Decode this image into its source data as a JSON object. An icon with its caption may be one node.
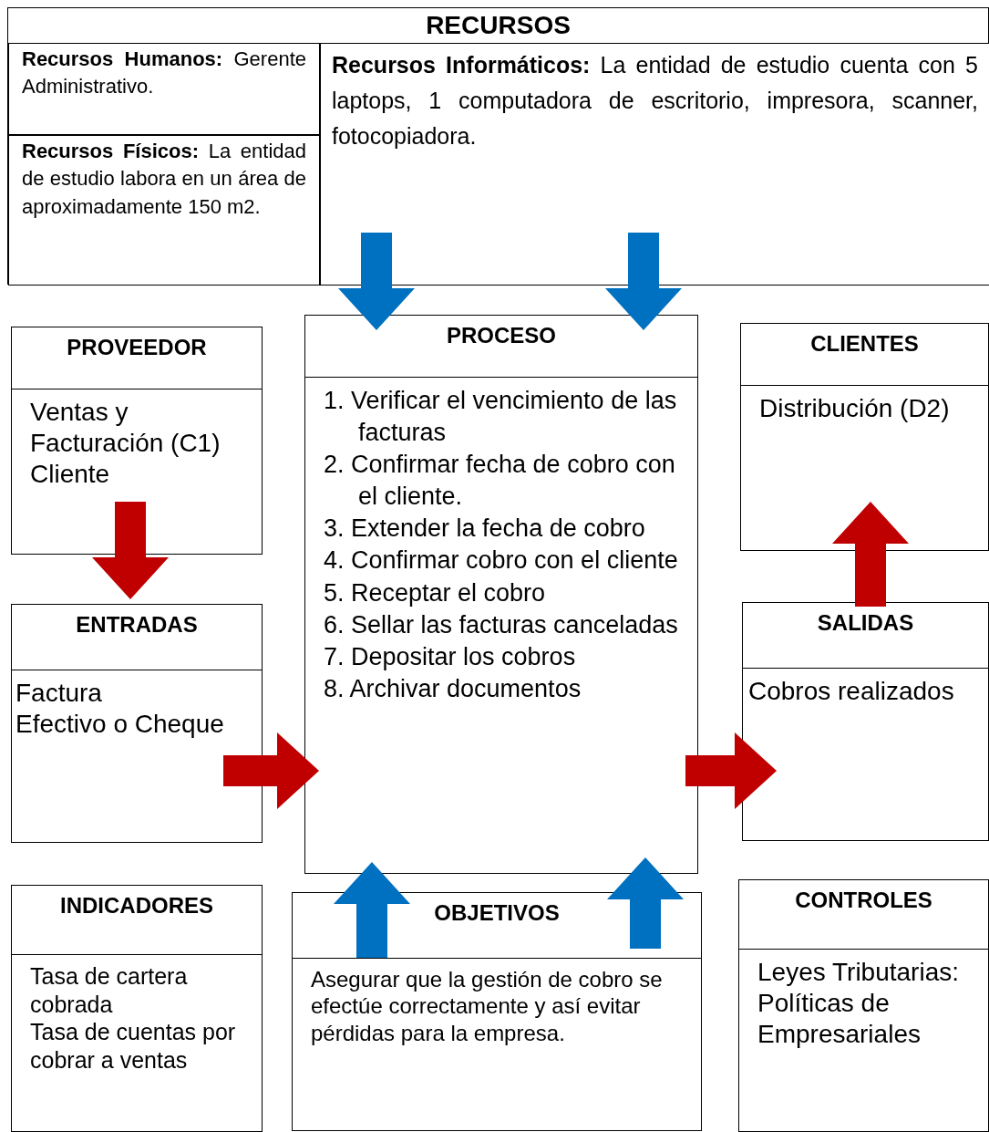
{
  "diagram": {
    "nodes": [
      {
        "text": [
          "RECURSOS"
        ]
      },
      {
        "text": [
          "**Recursos Humanos:** Gerente Administrativo."
        ],
        "in": 0
      },
      {
        "text": [
          "**Recursos Físicos:** La entidad de estudio labora en un área de aproximadamente 150 m2."
        ],
        "in": 0
      },
      {
        "text": [
          "**Recursos Informáticos:** La entidad de estudio cuenta con 5 laptops, 1 computadora de escritorio, impresora, scanner, fotocopiadora."
        ],
        "in": 0
      },
      {
        "text": [
          "PROVEEDOR",
          "Ventas y Facturación (C1) Cliente"
        ]
      },
      {
        "text": [
          "PROCESO",
          "1. Verificar el vencimiento de las facturas",
          "2. Confirmar fecha de cobro con el cliente.",
          "3. Extender la fecha de cobro",
          "4. Confirmar cobro con el cliente",
          "5. Receptar el cobro",
          "6. Sellar las facturas canceladas",
          "7. Depositar los cobros",
          "8. Archivar documentos"
        ]
      },
      {
        "text": [
          "CLIENTES",
          "Distribución (D2)"
        ]
      },
      {
        "text": [
          "ENTRADAS",
          "Factura",
          "Efectivo o Cheque"
        ]
      },
      {
        "text": [
          "SALIDAS",
          "Cobros realizados"
        ]
      },
      {
        "text": [
          "INDICADORES",
          "Tasa de cartera cobrada",
          "Tasa de cuentas por cobrar a ventas"
        ]
      },
      {
        "text": [
          "OBJETIVOS",
          "Asegurar que la gestión de cobro se efectúe correctamente y así evitar pérdidas para la empresa."
        ]
      },
      {
        "text": [
          "CONTROLES",
          "Leyes Tributarias:",
          "Políticas de Empresariales"
        ]
      }
    ],
    "edges": [
      {
        "from": 3,
        "to": 5,
        "arrow": "to",
        "color": "#0070c0"
      },
      {
        "from": 3,
        "to": 5,
        "arrow": "to",
        "color": "#0070c0"
      },
      {
        "from": 4,
        "to": 7,
        "arrow": "to",
        "color": "#c00000"
      },
      {
        "from": 7,
        "to": 5,
        "arrow": "to",
        "color": "#c00000"
      },
      {
        "from": 5,
        "to": 8,
        "arrow": "to",
        "color": "#c00000"
      },
      {
        "from": 8,
        "to": 6,
        "arrow": "to",
        "color": "#c00000"
      },
      {
        "from": 10,
        "to": 5,
        "arrow": "to",
        "color": "#0070c0"
      },
      {
        "from": 10,
        "to": 5,
        "arrow": "to",
        "color": "#0070c0"
      }
    ]
  }
}
